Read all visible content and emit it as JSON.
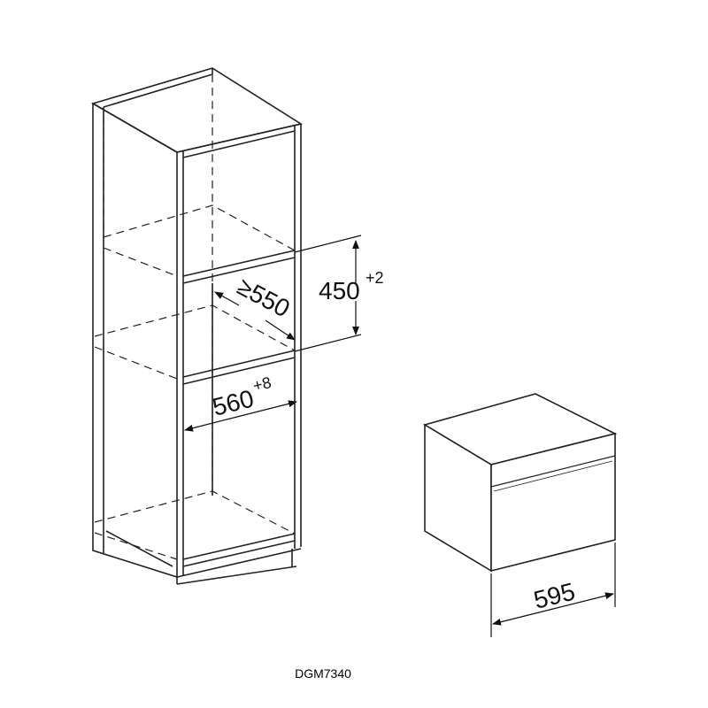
{
  "diagram": {
    "model": "DGM7340",
    "dimensions": {
      "niche_height": {
        "value": "450",
        "tolerance": "+2"
      },
      "niche_depth": {
        "value": "≥550"
      },
      "niche_width": {
        "value": "560",
        "tolerance": "+8"
      },
      "appliance_width": {
        "value": "595"
      }
    }
  }
}
